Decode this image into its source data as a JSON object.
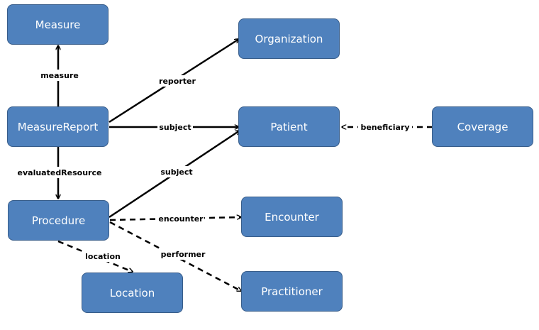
{
  "nodes": {
    "measure": "Measure",
    "measure_report": "MeasureReport",
    "procedure": "Procedure",
    "location": "Location",
    "organization": "Organization",
    "patient": "Patient",
    "coverage": "Coverage",
    "encounter": "Encounter",
    "practitioner": "Practitioner"
  },
  "edges": {
    "measure": "measure",
    "evaluated_resource": "evaluatedResource",
    "reporter": "reporter",
    "subject_report": "subject",
    "subject_procedure": "subject",
    "beneficiary": "beneficiary",
    "encounter": "encounter",
    "performer": "performer",
    "location": "location"
  }
}
